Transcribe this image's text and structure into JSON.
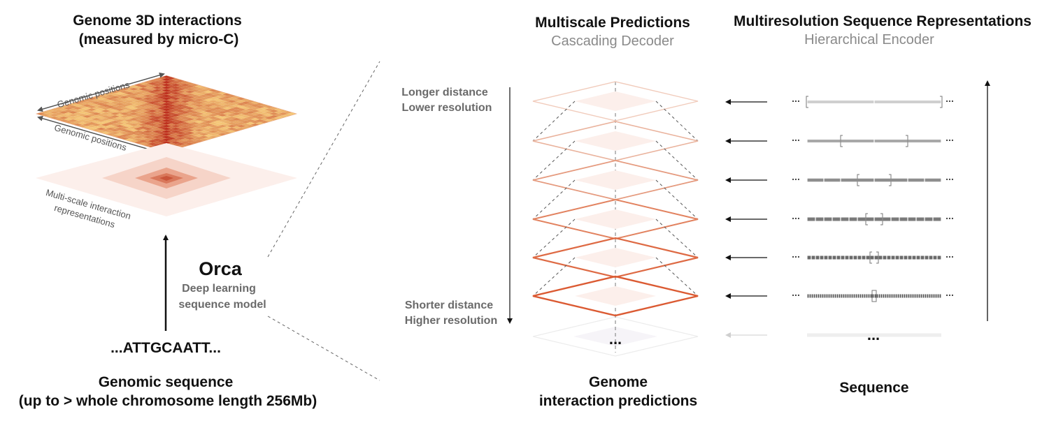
{
  "left_panel": {
    "title_line1": "Genome 3D interactions",
    "title_line2": "(measured by micro-C)",
    "axis_label_top": "Genomic positions",
    "axis_label_bottom": "Genomic positions",
    "multi_scale_label_line1": "Multi-scale interaction",
    "multi_scale_label_line2": "representations",
    "model_name": "Orca",
    "model_desc_line1": "Deep learning",
    "model_desc_line2": "sequence model",
    "sequence_text": "...ATTGCAATT...",
    "bottom_title_line1": "Genomic sequence",
    "bottom_title_line2": "(up to > whole chromosome length 256Mb)"
  },
  "decoder": {
    "title": "Multiscale Predictions",
    "subtitle": "Cascading Decoder",
    "top_note_line1": "Longer distance",
    "top_note_line2": "Lower resolution",
    "bottom_note_line1": "Shorter distance",
    "bottom_note_line2": "Higher resolution",
    "ellipsis": "...",
    "bottom_label_line1": "Genome",
    "bottom_label_line2": "interaction predictions"
  },
  "encoder": {
    "title": "Multiresolution Sequence Representations",
    "subtitle": "Hierarchical Encoder",
    "ellipsis": "...",
    "bottom_label": "Sequence",
    "row_ellipsis": "..."
  },
  "colors": {
    "heatmap_base": "#e8582a",
    "layer_stroke": "#e0613a",
    "bar_gray": "#9a9a9a"
  }
}
